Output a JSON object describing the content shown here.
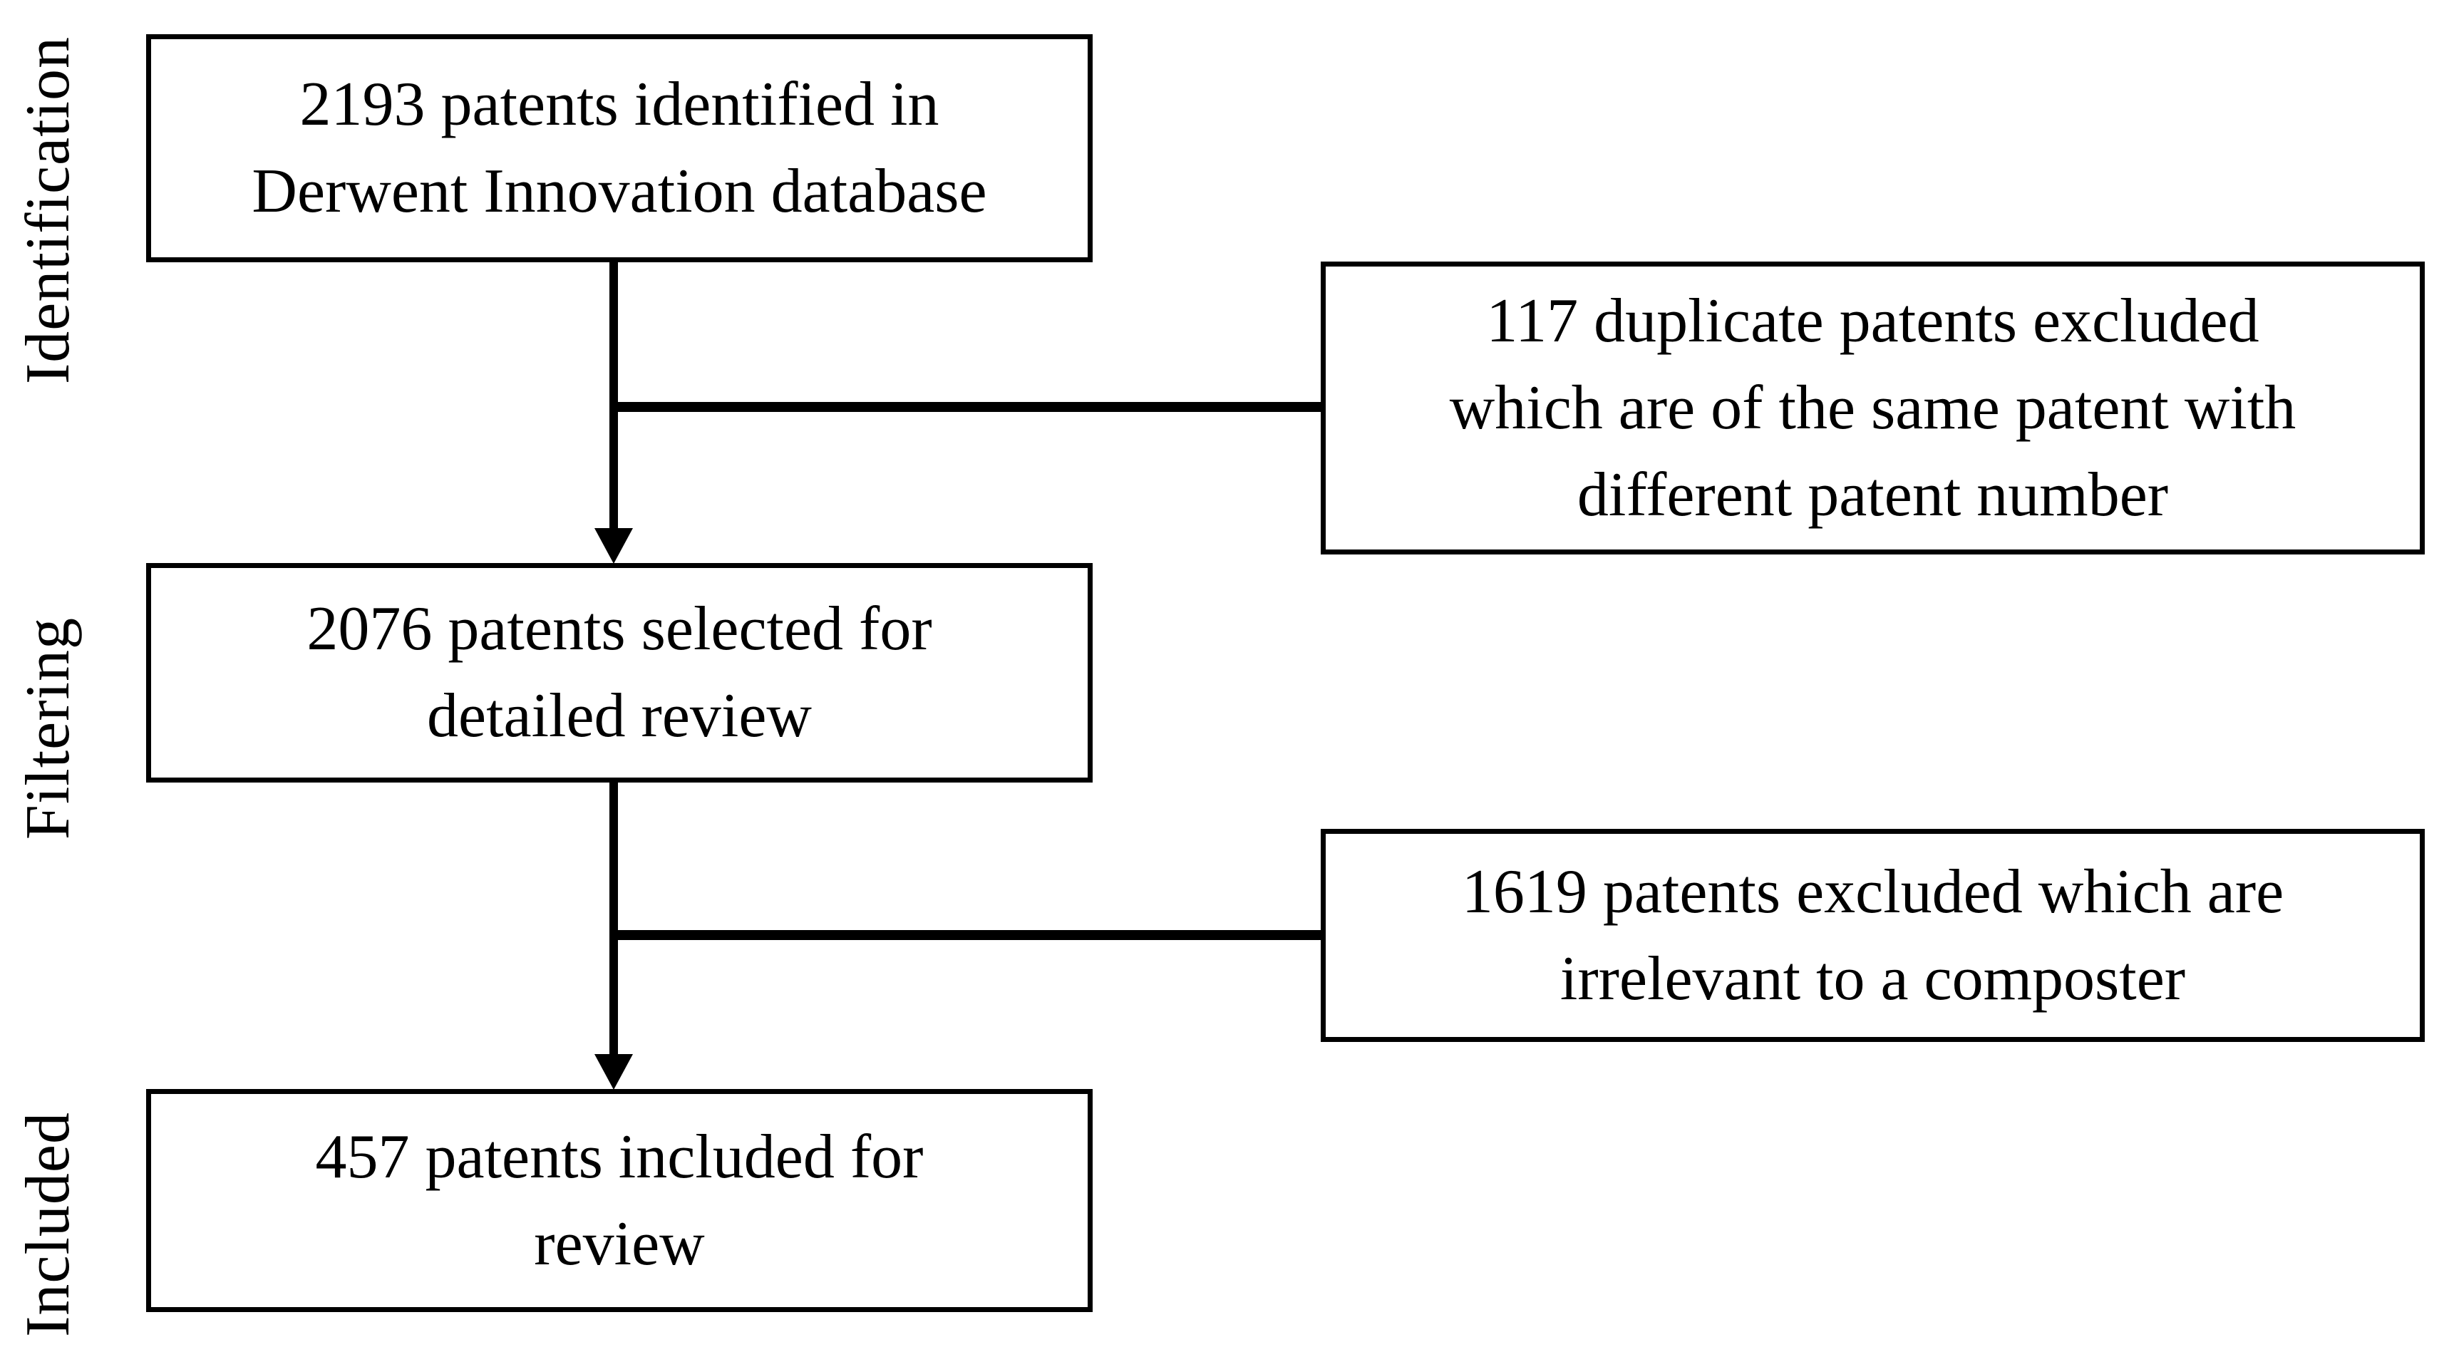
{
  "diagram": {
    "type": "flowchart",
    "subject": "patent screening flow",
    "background_color": "#ffffff",
    "line_color": "#000000",
    "stages": [
      {
        "label": "Identification"
      },
      {
        "label": "Filtering"
      },
      {
        "label": "Included"
      }
    ],
    "main_flow": [
      {
        "count": 2193,
        "text": "2193 patents identified in Derwent Innovation database",
        "lines": [
          "2193 patents identified in",
          "Derwent Innovation database"
        ]
      },
      {
        "count": 2076,
        "text": "2076 patents selected for detailed review",
        "lines": [
          "2076 patents selected for",
          "detailed review"
        ]
      },
      {
        "count": 457,
        "text": "457 patents included for review",
        "lines": [
          "457 patents included for",
          "review"
        ]
      }
    ],
    "exclusions": [
      {
        "count": 117,
        "text": "117 duplicate patents excluded which are of the same patent with different patent number",
        "lines": [
          "117 duplicate patents excluded",
          "which are of the same patent with",
          "different patent number"
        ]
      },
      {
        "count": 1619,
        "text": "1619 patents excluded which are irrelevant to a composter",
        "lines": [
          "1619 patents excluded which are",
          "irrelevant to a composter"
        ]
      }
    ]
  }
}
